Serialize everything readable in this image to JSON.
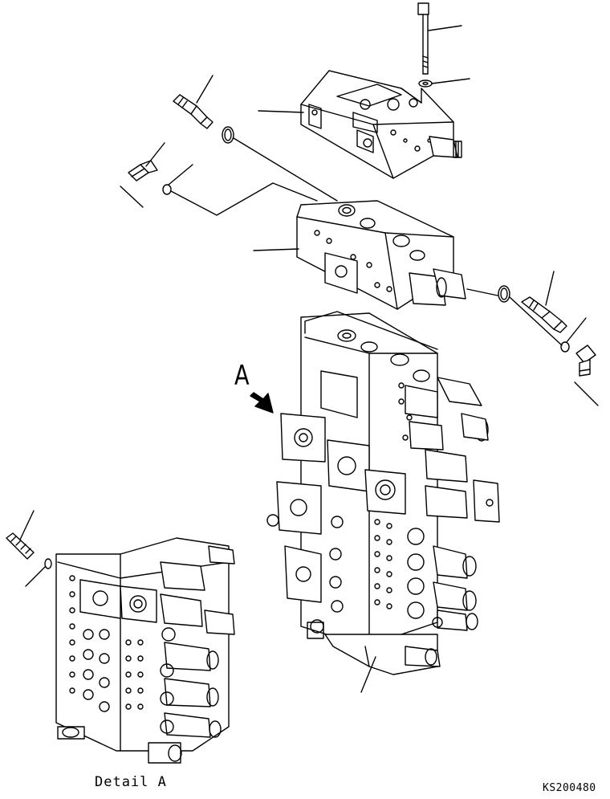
{
  "diagram": {
    "view_label": "A",
    "detail_label": "Detail A",
    "drawing_code": "KS200480"
  }
}
